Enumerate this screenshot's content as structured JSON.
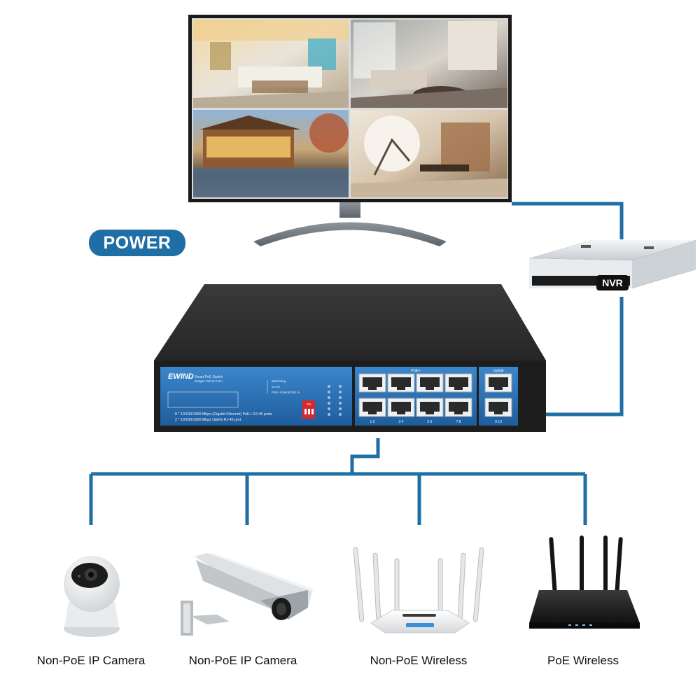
{
  "power_label": "POWER",
  "nvr_label": "NVR",
  "switch": {
    "brand": "EWIND",
    "model": "Smart PoE Switch",
    "budget": "Budget 120 W PoE+",
    "spec_line1": "8 * 10/100/1000 Mbps (Gigabit Ethernet) PoE+ RJ-45 ports",
    "spec_line2": "2 * 10/100/1000 Mbps Uplink RJ-45 port",
    "poe_group_label": "PoE+",
    "uplink_group_label": "Uplink",
    "dip_label": "ON",
    "mode_watchdog": "Watchdog",
    "mode_vlan": "VLAN",
    "mode_extend": "PoE+ Extend 250 m",
    "port_numbers": [
      "1",
      "2",
      "3",
      "4",
      "5",
      "6",
      "7",
      "8"
    ],
    "uplink_numbers": [
      "9",
      "10"
    ]
  },
  "devices": [
    {
      "name": "Non-PoE IP Camera"
    },
    {
      "name": "Non-PoE IP Camera"
    },
    {
      "name": "Non-PoE Wireless"
    },
    {
      "name": "PoE Wireless"
    }
  ],
  "colors": {
    "connector": "#1f6fa6",
    "switch_panel": "#2a73b8",
    "switch_body": "#2b2b2b",
    "accent_blue": "#1f6fa6"
  }
}
